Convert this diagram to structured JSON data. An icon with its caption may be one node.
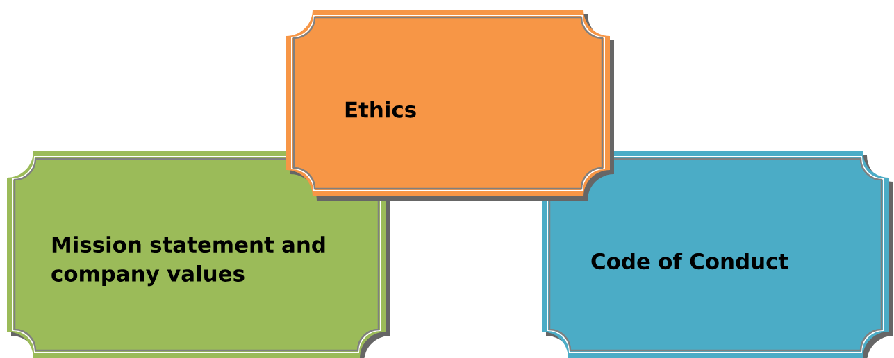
{
  "diagram": {
    "nodes": [
      {
        "text": [
          "Ethics"
        ]
      },
      {
        "text": [
          "Mission statement and company values"
        ]
      },
      {
        "text": [
          "Code of Conduct"
        ]
      }
    ]
  }
}
